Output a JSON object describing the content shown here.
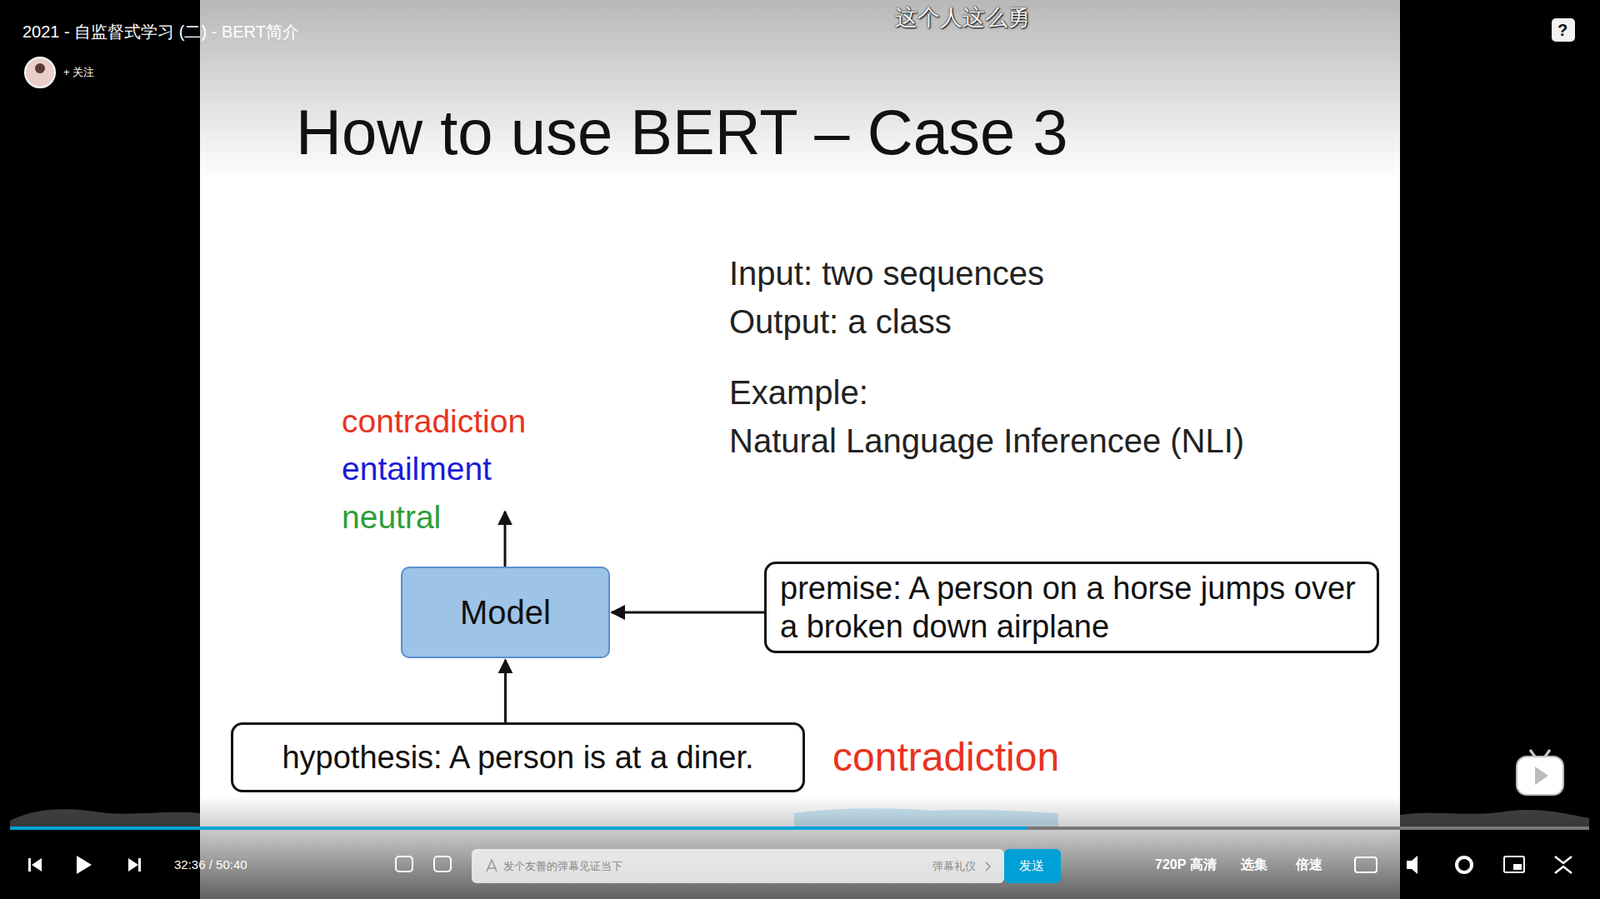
{
  "diagram": {
    "title": "How to use BERT – Case 3",
    "nodes": [
      {
        "text": [
          "Model"
        ]
      },
      {
        "text": [
          "premise: A person on a horse jumps over a broken down airplane"
        ]
      },
      {
        "text": [
          "hypothesis: A person is at a diner."
        ]
      }
    ],
    "edges": [
      {
        "from": 1,
        "to": 0,
        "arrow": "to"
      },
      {
        "from": 2,
        "to": 0,
        "arrow": "to"
      }
    ],
    "labels": [
      "2021 - 自监督式学习 (二) - BERT简介",
      "+ 关注",
      "这个人这么勇",
      "?",
      "Input: two sequences",
      "Output: a class",
      "Example:",
      "Natural Language Inferencee (NLI)",
      "contradiction",
      "entailment",
      "neutral",
      "contradiction",
      "32:36 / 50:40",
      "发个友善的弹幕见证当下",
      "弹幕礼仪",
      "发送",
      "720P 高清",
      "选集",
      "倍速"
    ]
  }
}
